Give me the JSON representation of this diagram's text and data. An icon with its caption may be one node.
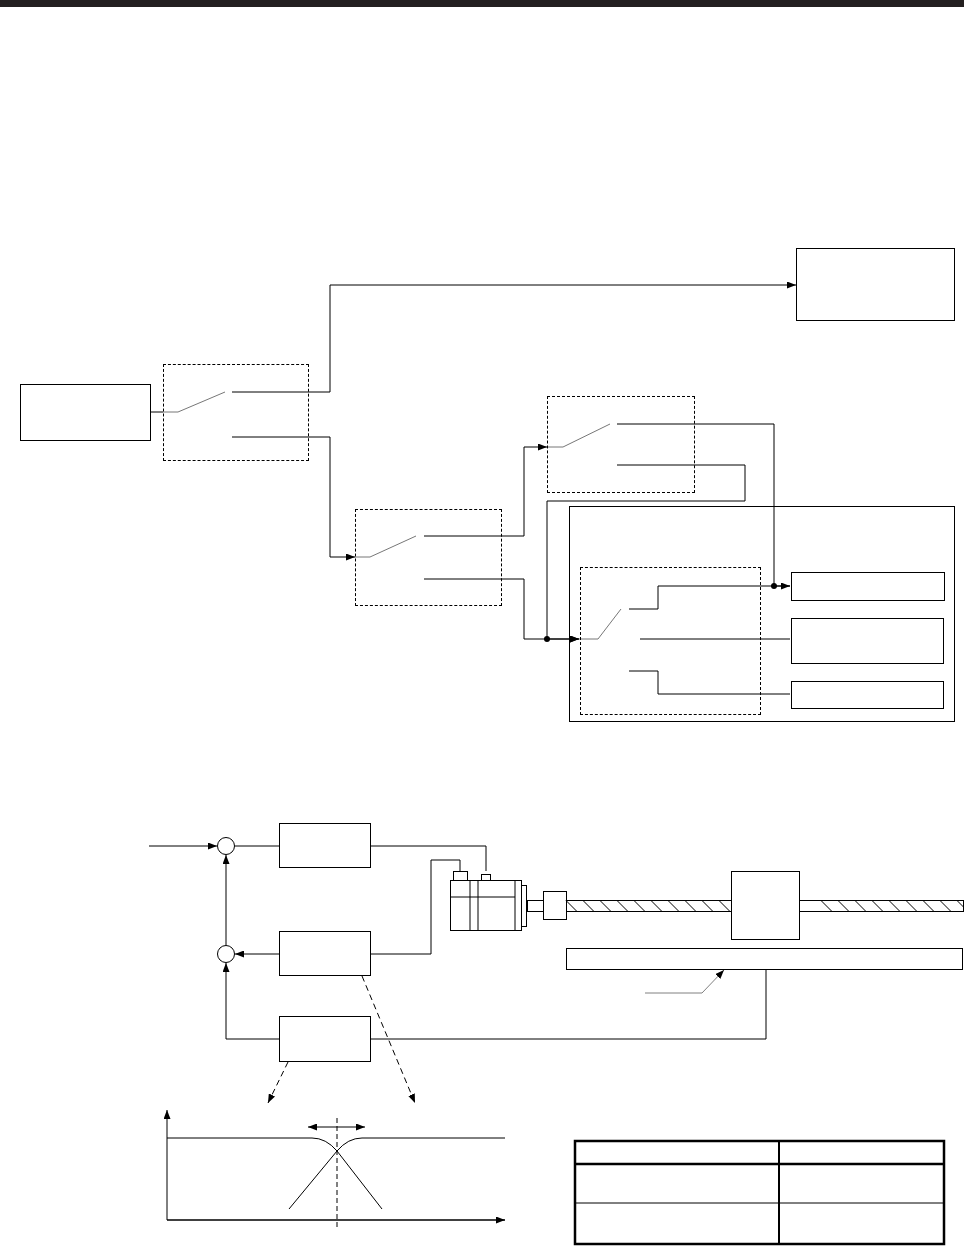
{
  "diagram": {
    "nodes": [
      {
        "text": [],
        "shape": "box"
      },
      {
        "text": [],
        "shape": "box"
      },
      {
        "text": [],
        "shape": "box"
      },
      {
        "text": [],
        "shape": "box"
      },
      {
        "text": [],
        "shape": "box"
      },
      {
        "text": [],
        "shape": "box"
      },
      {
        "text": [],
        "shape": "box",
        "in": 5
      },
      {
        "text": [],
        "shape": "box",
        "in": 5
      },
      {
        "text": [],
        "shape": "box",
        "in": 5
      },
      {
        "text": [],
        "shape": "box",
        "in": 5
      },
      {
        "text": [],
        "shape": "circle"
      },
      {
        "text": [],
        "shape": "box"
      },
      {
        "text": [],
        "shape": "circle"
      },
      {
        "text": [],
        "shape": "box"
      },
      {
        "text": [],
        "shape": "box"
      },
      {
        "text": [],
        "shape": "picture"
      },
      {
        "text": [],
        "shape": "bar"
      },
      {
        "text": [],
        "shape": "picture"
      }
    ],
    "edges": [
      {
        "from": 0,
        "to": 2,
        "arrow": "none"
      },
      {
        "from": 2,
        "to": 1,
        "arrow": "to"
      },
      {
        "from": 2,
        "to": 3,
        "arrow": "to"
      },
      {
        "from": 3,
        "to": 4,
        "arrow": "to"
      },
      {
        "from": 4,
        "to": 7,
        "arrow": "to"
      },
      {
        "from": 4,
        "to": 6,
        "arrow": "to"
      },
      {
        "from": 3,
        "to": 6,
        "arrow": "to"
      },
      {
        "from": 6,
        "to": 7,
        "arrow": "none"
      },
      {
        "from": 6,
        "to": 8,
        "arrow": "none"
      },
      {
        "from": 6,
        "to": 9,
        "arrow": "none"
      },
      {
        "from": null,
        "to": 10,
        "arrow": "to"
      },
      {
        "from": 10,
        "to": 11,
        "arrow": "none"
      },
      {
        "from": 11,
        "to": 15,
        "arrow": "none"
      },
      {
        "from": 15,
        "to": 13,
        "arrow": "none"
      },
      {
        "from": 13,
        "to": 12,
        "arrow": "to"
      },
      {
        "from": 12,
        "to": 10,
        "arrow": "to"
      },
      {
        "from": 14,
        "to": 12,
        "arrow": "to"
      },
      {
        "from": 16,
        "to": 14,
        "arrow": "none"
      },
      {
        "from": null,
        "to": 16,
        "arrow": "to",
        "color": "#808080"
      },
      {
        "from": 14,
        "to": 17,
        "arrow": "to",
        "style": "dashed"
      },
      {
        "from": 13,
        "to": 17,
        "arrow": "to",
        "style": "dashed"
      }
    ]
  }
}
